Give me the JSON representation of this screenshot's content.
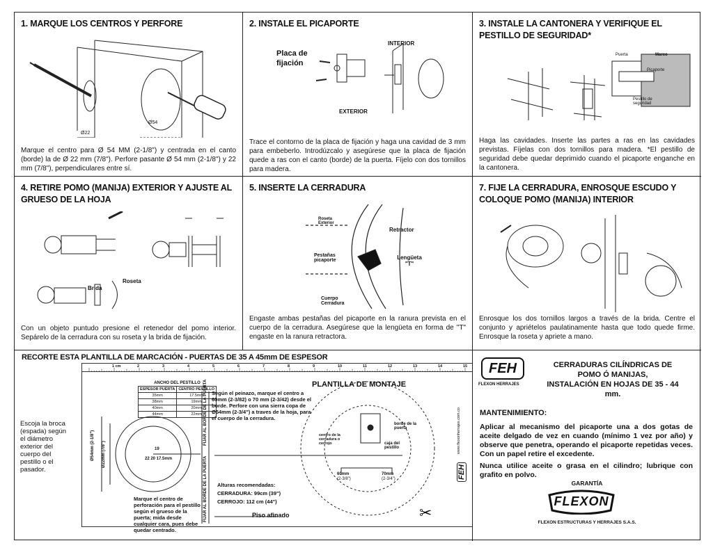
{
  "steps": {
    "s1": {
      "title": "1. MARQUE LOS CENTROS Y PERFORE",
      "text": "Marque el centro para Ø 54 MM  (2-1/8\") y centrada en el canto (borde) la de Ø 22 mm (7/8\"). Perfore pasante Ø 54 mm (2-1/8\") y 22 mm (7/8\"), perpendiculares entre sí.",
      "label_d22": "Ø22",
      "label_d54": "Ø54"
    },
    "s2": {
      "title": "2. INSTALE EL PICAPORTE",
      "text": "Trace el contorno de la placa de fijación y haga una cavidad de 3 mm para embeberlo. Introdúzcalo y asegúrese que la placa de fijación quede a ras con el canto (borde) de la puerta. Fíjelo con dos tornillos para madera.",
      "label_placa": "Placa de fijación",
      "label_interior": "INTERIOR",
      "label_exterior": "EXTERIOR"
    },
    "s3": {
      "title": "3. INSTALE LA CANTONERA Y VERIFIQUE EL PESTILLO DE SEGURIDAD*",
      "text": "Haga las cavidades. Inserte las partes a ras en las cavidades previstas. Fíjelas con dos tornillos para madera. *El pestillo de seguridad debe quedar deprimido cuando el picaporte enganche en la cantonera.",
      "label_puerta": "Puerta",
      "label_marco": "Marco",
      "label_picaporte": "Picaporte",
      "label_pestillo": "Pestillo de seguridad"
    },
    "s4": {
      "title": "4. RETIRE POMO (MANIJA) EXTERIOR Y AJUSTE AL GRUESO DE LA HOJA",
      "text": "Con un objeto puntudo presione el retenedor del pomo interior. Sepárelo de la cerradura con su roseta y la brida de fijación.",
      "label_brida": "Brida",
      "label_roseta": "Roseta"
    },
    "s5": {
      "title": "5. INSERTE LA CERRADURA",
      "text": "Engaste ambas pestañas del picaporte en la ranura prevista en el cuerpo de la cerradura. Asegúrese que la lengüeta en forma de \"T\" engaste en la ranura retractora.",
      "label_roseta": "Roseta Exterior",
      "label_retractor": "Retractor",
      "label_pestanas": "Pestañas picaporte",
      "label_lengueta": "Lengüeta \"T\"",
      "label_cuerpo": "Cuerpo Cerradura"
    },
    "s7": {
      "title": "7. FIJE LA CERRADURA, ENROSQUE ESCUDO Y COLOQUE POMO (MANIJA) INTERIOR",
      "text": "Enrosque los dos tornillos largos a través de la  brida. Centre el conjunto y apriételos paulatinamente hasta que todo quede firme. Enrosque la roseta y apriete a mano."
    }
  },
  "template": {
    "title": "RECORTE ESTA PLANTILLA DE MARCACIÓN - PUERTAS DE 35 A 45mm DE ESPESOR",
    "side_note": "Escoja la broca (espada) según el diámetro exterior del cuerpo del pestillo o el pasador.",
    "ruler_labels": [
      "1 cm",
      "2",
      "3",
      "4",
      "5",
      "6",
      "7",
      "8",
      "9",
      "10",
      "11",
      "12",
      "13",
      "14",
      "15"
    ],
    "plantilla_title": "PLANTILLA DE MONTAJE",
    "table_title": "ANCHO DEL PESTILLO",
    "table_headers": [
      "ESPESOR PUERTA",
      "CENTRO PESTILLO"
    ],
    "table_rows": [
      [
        "35mm",
        "17.5mm"
      ],
      [
        "38mm",
        "19mm"
      ],
      [
        "40mm",
        "20mm"
      ],
      [
        "44mm",
        "22mm"
      ]
    ],
    "instructions": "Según el peinazo, marque el centro a 60mm (2-3/82) o 70 mm (2-3/42) desde el borde. Perfore con una sierra copa de Ø54mm (2-3/4\") a traves de la hoja, para el cuerpo de la cerradura.",
    "marque_text": "Marque el centro de perforación para el pestillo según el grueso de la puerta; mida desde cualquier cara, pues debe quedar centrado.",
    "alturas_title": "Alturas recomendadas:",
    "alturas_cerradura": "CERRADURA: 99cm (39\")",
    "alturas_cerrojo": "CERROJO: 112 cm (44\")",
    "piso": "Piso afinado",
    "vertical_label": "FIJAR AL BORDE DE LA PUERTA",
    "dim_54": "Ø54mm (2-1/8\")",
    "dim_22": "Ø22mm (7/8\")",
    "nums_19": "19",
    "nums_row": "22 20  17.5mm",
    "label_60": "60mm",
    "label_60b": "(2-3/8\")",
    "label_70": "70mm",
    "label_70b": "(2-3/4\")",
    "label_centro": "centro de la cerradura o cerrojo",
    "label_borde": "borde de la puerta",
    "label_caja": "caja del pestillo",
    "feh_small": "FEH",
    "website": "www.flexonherrajes.com.co"
  },
  "right": {
    "feh_logo": "FEH",
    "feh_sub": "FLEXON HERRAJES",
    "title_line1": "CERRADURAS CILÍNDRICAS DE",
    "title_line2": "POMO Ó MANIJAS,",
    "title_line3": "INSTALACIÓN EN HOJAS DE 35 - 44 mm.",
    "mant_title": "MANTENIMIENTO:",
    "mant_p1": "Aplicar al mecanismo del picaporte una a dos gotas de aceite delgado de vez en cuando (mínimo 1 vez por año) y observe que penetra, operando el picaporte repetidas veces. Con un papel retire el excedente.",
    "mant_p2": "Nunca utilice aceite o grasa en el cilindro; lubrique con grafito en polvo.",
    "garantia": "GARANTÍA",
    "flexon": "FLEXON",
    "flexon_sub": "FLEXON ESTRUCTURAS Y HERRAJES S.A.S."
  }
}
